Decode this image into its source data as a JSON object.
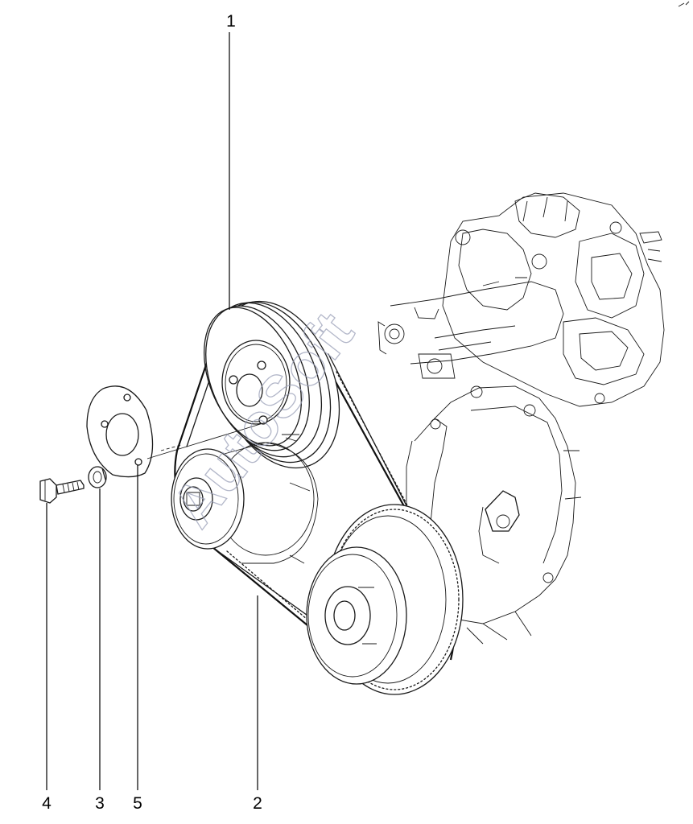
{
  "callouts": [
    {
      "id": "1",
      "label": "1"
    },
    {
      "id": "2",
      "label": "2"
    },
    {
      "id": "3",
      "label": "3"
    },
    {
      "id": "4",
      "label": "4"
    },
    {
      "id": "5",
      "label": "5"
    }
  ],
  "watermark": "AutoSoft",
  "colors": {
    "line": "#1a1a1a",
    "background": "#ffffff",
    "watermark": "#9aa0b8"
  }
}
